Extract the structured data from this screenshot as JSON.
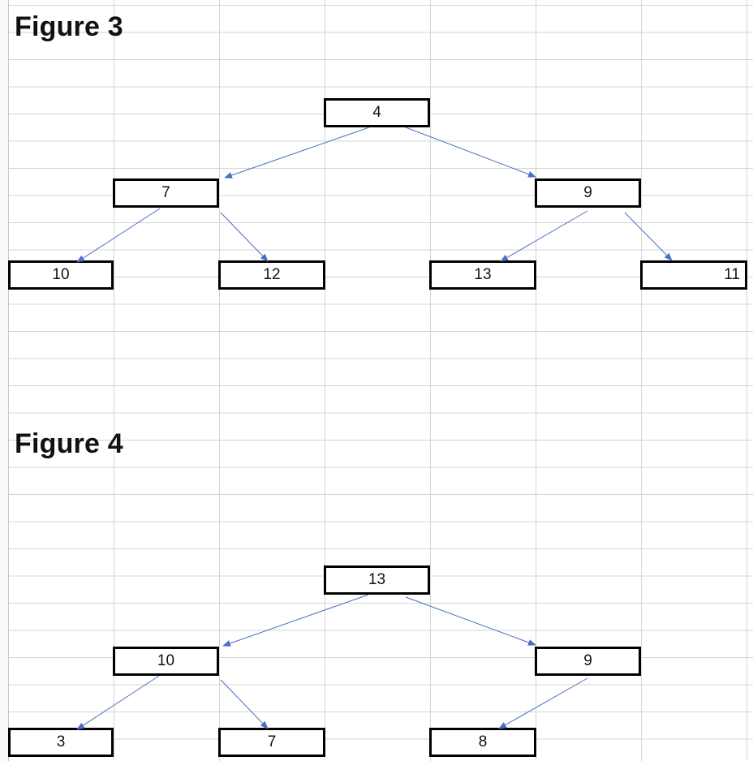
{
  "figure3": {
    "title": "Figure 3",
    "nodes": {
      "root": "4",
      "l": "7",
      "r": "9",
      "ll": "10",
      "lr": "12",
      "rl": "13",
      "rr": "11"
    }
  },
  "figure4": {
    "title": "Figure 4",
    "nodes": {
      "root": "13",
      "l": "10",
      "r": "9",
      "ll": "3",
      "lr": "7",
      "rl": "8"
    }
  },
  "colors": {
    "grid": "#d4d4d4",
    "edge": "#4a6fc2",
    "node_border": "#000000"
  }
}
